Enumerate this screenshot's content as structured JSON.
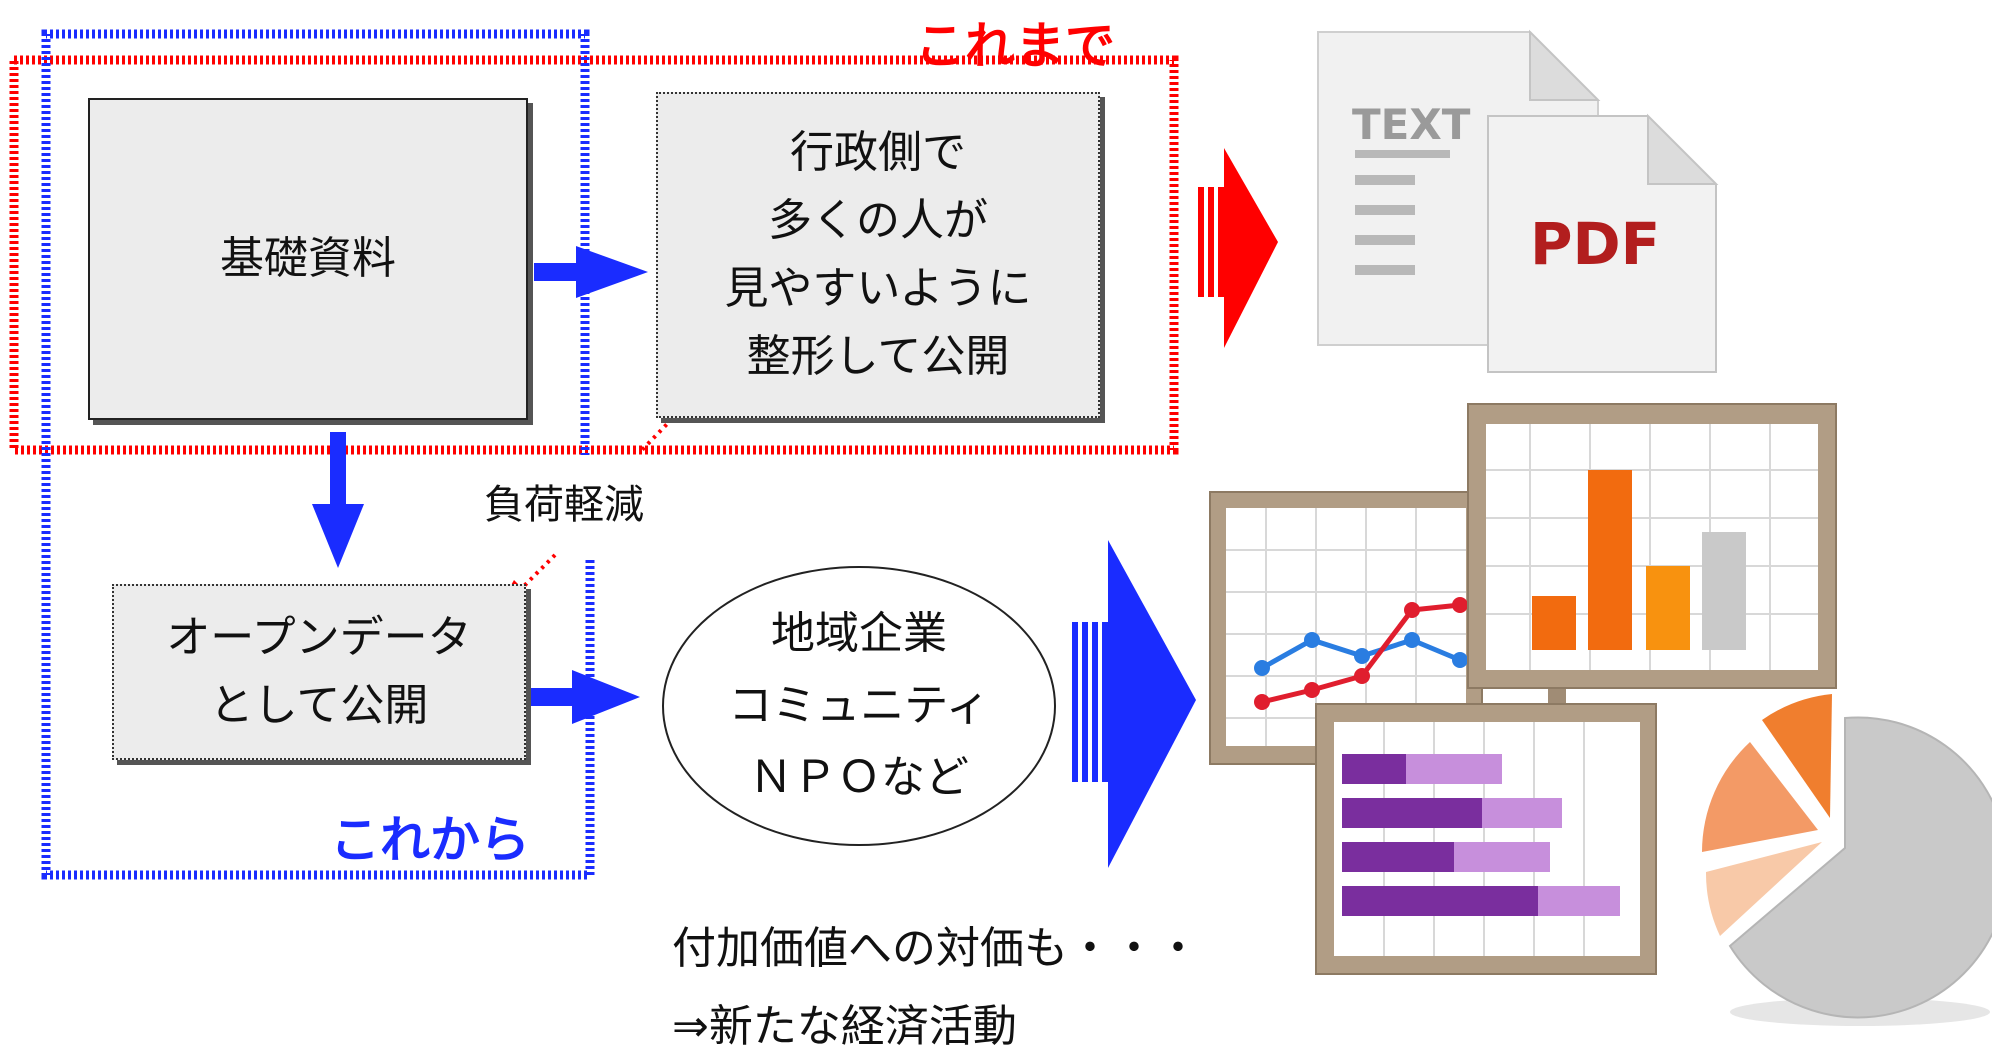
{
  "labels": {
    "current": "これまで",
    "future": "これから",
    "load_reduction": "負荷軽減"
  },
  "boxes": {
    "base_material": "基礎資料",
    "admin_format": "行政側で\n多くの人が\n見やすいように\n整形して公開",
    "open_data": "オープンデータ\nとして公開",
    "users": "地域企業\nコミュニティ\nＮＰＯなど"
  },
  "bottom_text": {
    "line1": "付加価値への対価も・・・",
    "line2": "⇒新たな経済活動"
  },
  "documents": {
    "text_doc": "TEXT",
    "pdf_doc": "PDF"
  },
  "colors": {
    "red": "#ff0000",
    "blue": "#1a2cff",
    "bar_orange": "#f26b0f",
    "bar_gray": "#c9c9c9",
    "line_blue": "#2a7de1",
    "line_red": "#e01e2e",
    "hbar_purple": "#7a2e9e",
    "hbar_light": "#c78fdc"
  },
  "icons": [
    "text-document-icon",
    "pdf-document-icon",
    "line-chart-icon",
    "bar-chart-icon",
    "horizontal-bar-chart-icon",
    "pie-chart-icon"
  ]
}
